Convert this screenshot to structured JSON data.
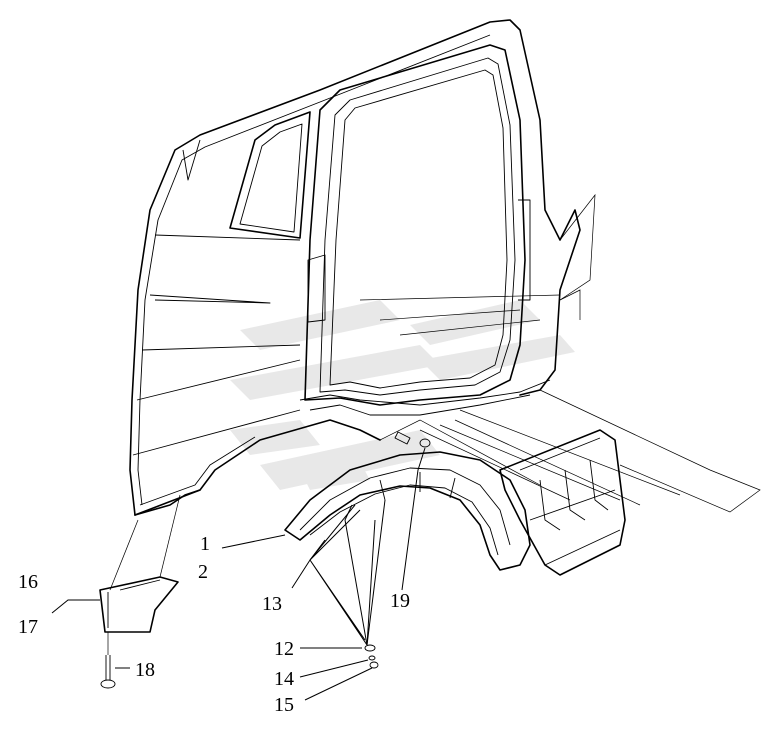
{
  "callouts": [
    {
      "id": "c1",
      "text": "1"
    },
    {
      "id": "c2",
      "text": "2"
    },
    {
      "id": "c12",
      "text": "12"
    },
    {
      "id": "c13",
      "text": "13"
    },
    {
      "id": "c14",
      "text": "14"
    },
    {
      "id": "c15",
      "text": "15"
    },
    {
      "id": "c16",
      "text": "16"
    },
    {
      "id": "c17",
      "text": "17"
    },
    {
      "id": "c18",
      "text": "18"
    },
    {
      "id": "c19",
      "text": "19"
    }
  ]
}
